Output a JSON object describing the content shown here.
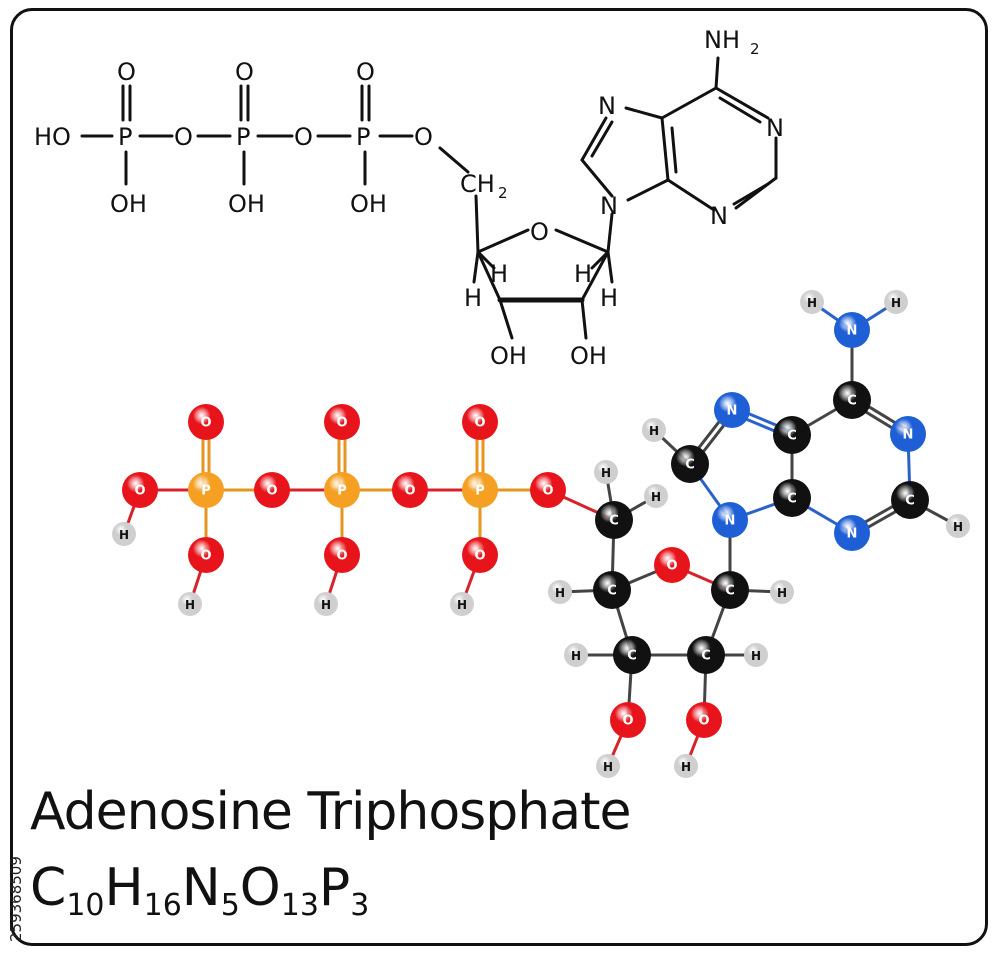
{
  "title": "Adenosine Triphosphate",
  "formula": {
    "parts": [
      {
        "el": "C",
        "n": "10"
      },
      {
        "el": "H",
        "n": "16"
      },
      {
        "el": "N",
        "n": "5"
      },
      {
        "el": "O",
        "n": "13"
      },
      {
        "el": "P",
        "n": "3"
      }
    ]
  },
  "stock_id": "259368509",
  "structural_labels": {
    "ho": "HO",
    "p": "P",
    "o": "O",
    "oh": "OH",
    "ch2": "CH",
    "ch2_sub": "2",
    "n": "N",
    "nh2": "NH",
    "nh2_sub": "2",
    "h": "H"
  },
  "atom_symbols": {
    "oxygen": "O",
    "phosphorus": "P",
    "carbon": "C",
    "nitrogen": "N",
    "hydrogen": "H"
  },
  "colors": {
    "oxygen": "#e8141b",
    "phosphorus": "#f5a023",
    "carbon": "#111111",
    "nitrogen": "#1f5fd6",
    "hydrogen": "#cfcfcf",
    "border": "#111111"
  }
}
